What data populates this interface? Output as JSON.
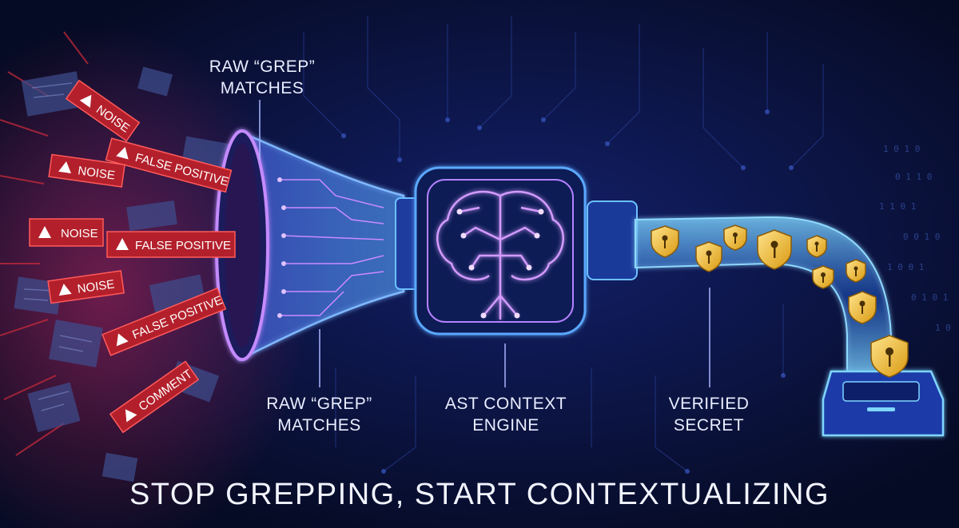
{
  "labels": {
    "top_raw_grep": [
      "RAW “GREP”",
      "MATCHES"
    ],
    "bottom_raw_grep": [
      "RAW “GREP”",
      "MATCHES"
    ],
    "engine": [
      "AST CONTEXT",
      "ENGINE"
    ],
    "verified": [
      "VERIFIED",
      "SECRET"
    ]
  },
  "headline": "STOP GREPPING, START CONTEXTUALIZING",
  "tags": {
    "noise": "NOISE",
    "false_positive": "FALSE POSITIVE",
    "comment": "COMMENT"
  },
  "colors": {
    "background": "#070d2a",
    "noise_red": "#b3202c",
    "neon_blue": "#4fb4ff",
    "neon_purple": "#c07bff",
    "gold": "#f3c13a",
    "text": "#e9edff"
  },
  "icons": [
    "warning-icon",
    "brain-circuit-icon",
    "shield-key-icon",
    "vault-tray-icon"
  ]
}
